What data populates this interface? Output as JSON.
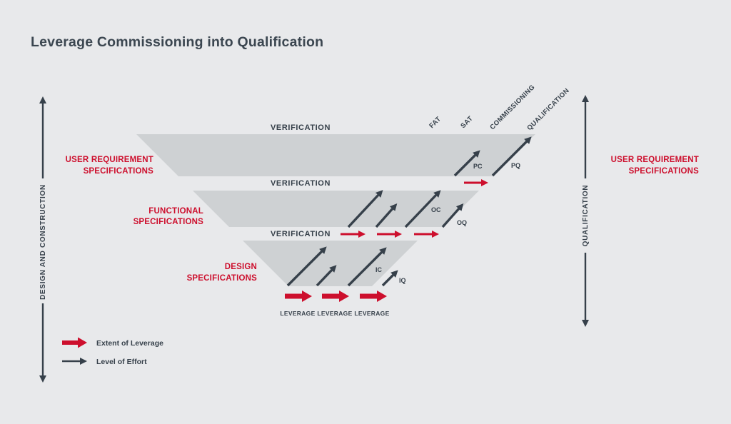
{
  "title": "Leverage Commissioning into Qualification",
  "axes": {
    "left": "DESIGN AND CONSTRUCTION",
    "right": "QUALIFICATION"
  },
  "phases": [
    "FAT",
    "SAT",
    "COMMISSIONING",
    "QUALIFICATION"
  ],
  "levels": [
    {
      "label_line1": "USER REQUIREMENT",
      "label_line2": "SPECIFICATIONS",
      "verification": "VERIFICATION",
      "milestone_c": "PC",
      "milestone_q": "PQ"
    },
    {
      "label_line1": "FUNCTIONAL",
      "label_line2": "SPECIFICATIONS",
      "verification": "VERIFICATION",
      "milestone_c": "OC",
      "milestone_q": "OQ"
    },
    {
      "label_line1": "DESIGN",
      "label_line2": "SPECIFICATIONS",
      "verification": "VERIFICATION",
      "milestone_c": "IC",
      "milestone_q": "IQ"
    }
  ],
  "right_side_label": {
    "line1": "USER REQUIREMENT",
    "line2": "SPECIFICATIONS"
  },
  "leverage": [
    "LEVERAGE",
    "LEVERAGE",
    "LEVERAGE"
  ],
  "legend": [
    {
      "label": "Extent of Leverage"
    },
    {
      "label": "Level of Effort"
    }
  ],
  "colors": {
    "background": "#e8e9eb",
    "band": "#ced1d3",
    "dark": "#36404a",
    "red": "#cd0f2d"
  }
}
